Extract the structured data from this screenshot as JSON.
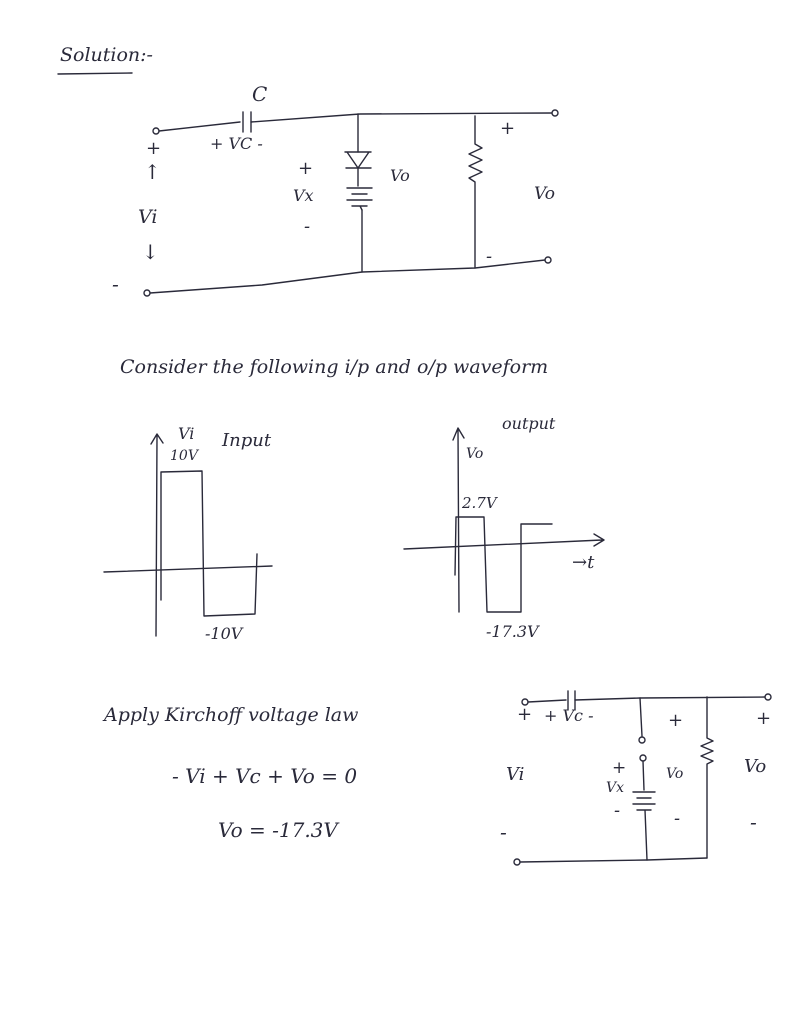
{
  "heading": "Solution:-",
  "circuit1": {
    "cap_label": "C",
    "vc_label": "+ VC -",
    "vi_label": "Vi",
    "vi_plus": "+",
    "vi_minus": "-",
    "vi_up_arrow": "↑",
    "vi_down_arrow": "↓",
    "vx_label": "Vx",
    "vx_plus": "+",
    "vx_minus": "-",
    "diode_vo": "Vo",
    "out_label": "Vo",
    "out_plus": "+",
    "out_minus": "-"
  },
  "consider_text": "Consider the following i/p and o/p waveform",
  "input_graph": {
    "axis_label": "Vi",
    "title": "Input",
    "high_label": "10V",
    "low_label": "-10V"
  },
  "output_graph": {
    "axis_label": "Vo",
    "title": "output",
    "high_label": "2.7V",
    "low_label": "-17.3V",
    "time_label": "→t"
  },
  "kvl": {
    "line1": "Apply Kirchoff voltage law",
    "line2": "- Vi + Vc + Vo = 0",
    "line3": "Vo = -17.3V"
  },
  "circuit2": {
    "vc_label": "+ Vc -",
    "in_plus": "+",
    "vi_label": "Vi",
    "in_minus": "-",
    "vx_label": "Vx",
    "vx_plus": "+",
    "vx_minus": "-",
    "diode_plus": "+",
    "diode_vo": "Vo",
    "diode_minus": "-",
    "out_plus": "+",
    "out_label": "Vo",
    "out_minus": "-"
  }
}
